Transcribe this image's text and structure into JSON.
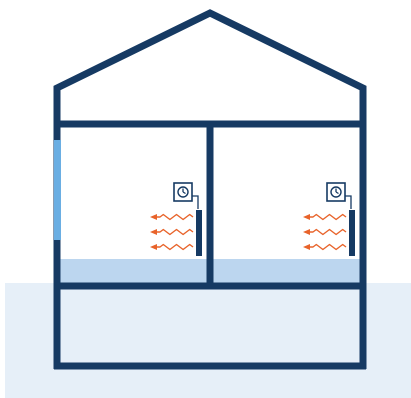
{
  "illustration": {
    "colors": {
      "background": "#ffffff",
      "ground": "#e6eff8",
      "house_outline": "#163a63",
      "window": "#6aaee3",
      "floor_layer": "#bcd6ef",
      "heat_waves": "#e8632a",
      "heater_panel": "#163a63",
      "thermostat_face": "#ffffff"
    },
    "icons": {
      "left_room_thermostat": "clock-dial-icon",
      "right_room_thermostat": "clock-dial-icon",
      "heat_output": "heat-wave-arrow-icon"
    },
    "rooms": [
      {
        "name": "left-room",
        "has_heater": true,
        "has_thermostat": true,
        "heat_rows": 3
      },
      {
        "name": "right-room",
        "has_heater": true,
        "has_thermostat": true,
        "heat_rows": 3
      }
    ],
    "basement": {
      "has_heater": false
    }
  }
}
